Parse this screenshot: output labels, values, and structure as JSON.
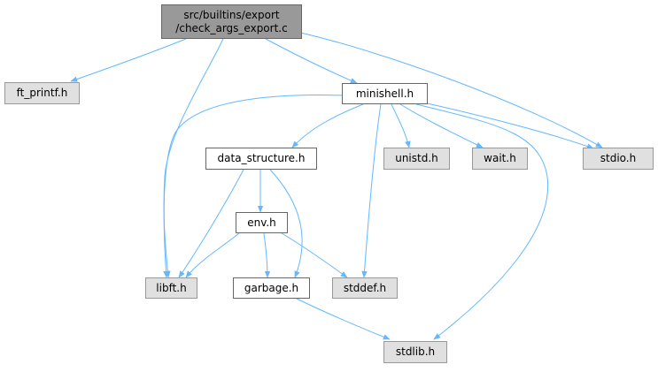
{
  "colors": {
    "edge": "#63b8ff",
    "root_fill": "#999999",
    "system_fill": "#e0e0e0",
    "user_fill": "#ffffff",
    "border": "#666666"
  },
  "nodes": {
    "root": {
      "line1": "src/builtins/export",
      "line2": "/check_args_export.c"
    },
    "ft_printf": "ft_printf.h",
    "minishell": "minishell.h",
    "data_structure": "data_structure.h",
    "unistd": "unistd.h",
    "wait": "wait.h",
    "stdio": "stdio.h",
    "env": "env.h",
    "libft": "libft.h",
    "garbage": "garbage.h",
    "stddef": "stddef.h",
    "stdlib": "stdlib.h"
  },
  "edges": [
    [
      "root",
      "ft_printf"
    ],
    [
      "root",
      "libft"
    ],
    [
      "root",
      "minishell"
    ],
    [
      "root",
      "stdio"
    ],
    [
      "minishell",
      "data_structure"
    ],
    [
      "minishell",
      "libft"
    ],
    [
      "minishell",
      "stddef"
    ],
    [
      "minishell",
      "unistd"
    ],
    [
      "minishell",
      "wait"
    ],
    [
      "minishell",
      "stdio"
    ],
    [
      "minishell",
      "stdlib"
    ],
    [
      "data_structure",
      "env"
    ],
    [
      "data_structure",
      "libft"
    ],
    [
      "data_structure",
      "garbage"
    ],
    [
      "env",
      "libft"
    ],
    [
      "env",
      "garbage"
    ],
    [
      "env",
      "stddef"
    ],
    [
      "garbage",
      "stdlib"
    ]
  ]
}
